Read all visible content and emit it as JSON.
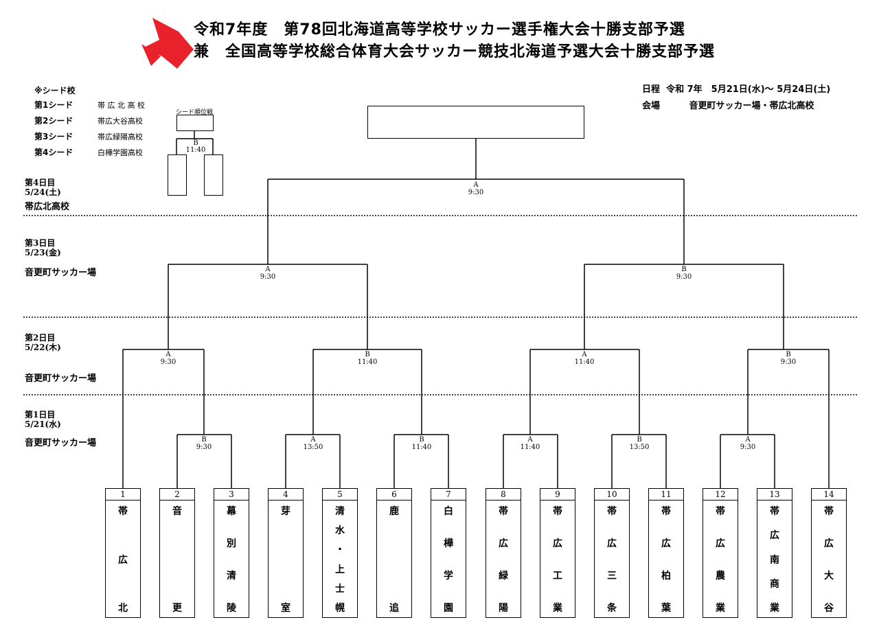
{
  "header": {
    "title_line1": "令和7年度　第78回北海道高等学校サッカー選手権大会十勝支部予選",
    "title_line2": "兼　全国高等学校総合体育大会サッカー競技北海道予選大会十勝支部予選",
    "logo_color": "#e8212a"
  },
  "seeds": {
    "heading": "※シード校",
    "items": [
      {
        "label": "第1シード",
        "school": "帯 広 北 高 校"
      },
      {
        "label": "第2シード",
        "school": "帯広大谷高校"
      },
      {
        "label": "第3シード",
        "school": "帯広緑陽高校"
      },
      {
        "label": "第4シード",
        "school": "白樺学園高校"
      }
    ]
  },
  "seed_playoff": {
    "title": "シード順位戦",
    "court": "B",
    "time": "11:40"
  },
  "schedule": {
    "dates_label": "日程",
    "dates_value": "令和 7年　5月21日(水)～ 5月24日(土)",
    "venue_label": "会場",
    "venue_value": "音更町サッカー場・帯広北高校"
  },
  "days": [
    {
      "name": "第4日目",
      "date": "5/24(土)",
      "venue": "帯広北高校"
    },
    {
      "name": "第3日目",
      "date": "5/23(金)",
      "venue": "音更町サッカー場"
    },
    {
      "name": "第2日目",
      "date": "5/22(木)",
      "venue": "音更町サッカー場"
    },
    {
      "name": "第1日目",
      "date": "5/21(水)",
      "venue": "音更町サッカー場"
    }
  ],
  "matches": {
    "final": {
      "court": "A",
      "time": "9:30"
    },
    "sf1": {
      "court": "A",
      "time": "9:30"
    },
    "sf2": {
      "court": "B",
      "time": "9:30"
    },
    "qf1": {
      "court": "A",
      "time": "9:30"
    },
    "qf2": {
      "court": "B",
      "time": "11:40"
    },
    "qf3": {
      "court": "A",
      "time": "11:40"
    },
    "qf4": {
      "court": "B",
      "time": "9:30"
    },
    "r1a": {
      "court": "B",
      "time": "9:30"
    },
    "r1b": {
      "court": "A",
      "time": "13:50"
    },
    "r1c": {
      "court": "B",
      "time": "11:40"
    },
    "r1d": {
      "court": "A",
      "time": "11:40"
    },
    "r1e": {
      "court": "B",
      "time": "13:50"
    },
    "r1f": {
      "court": "A",
      "time": "9:30"
    }
  },
  "teams": [
    {
      "num": "1",
      "chars": [
        "帯",
        "広",
        "北"
      ]
    },
    {
      "num": "2",
      "chars": [
        "音",
        "更"
      ]
    },
    {
      "num": "3",
      "chars": [
        "幕",
        "別",
        "清",
        "陵"
      ]
    },
    {
      "num": "4",
      "chars": [
        "芽",
        "室"
      ]
    },
    {
      "num": "5",
      "chars": [
        "清",
        "水",
        "・",
        "上",
        "士",
        "幌"
      ]
    },
    {
      "num": "6",
      "chars": [
        "鹿",
        "追"
      ]
    },
    {
      "num": "7",
      "chars": [
        "白",
        "樺",
        "学",
        "園"
      ]
    },
    {
      "num": "8",
      "chars": [
        "帯",
        "広",
        "緑",
        "陽"
      ]
    },
    {
      "num": "9",
      "chars": [
        "帯",
        "広",
        "工",
        "業"
      ]
    },
    {
      "num": "10",
      "chars": [
        "帯",
        "広",
        "三",
        "条"
      ]
    },
    {
      "num": "11",
      "chars": [
        "帯",
        "広",
        "柏",
        "葉"
      ]
    },
    {
      "num": "12",
      "chars": [
        "帯",
        "広",
        "農",
        "業"
      ]
    },
    {
      "num": "13",
      "chars": [
        "帯",
        "広",
        "南",
        "商",
        "業"
      ]
    },
    {
      "num": "14",
      "chars": [
        "帯",
        "広",
        "大",
        "谷"
      ]
    }
  ]
}
